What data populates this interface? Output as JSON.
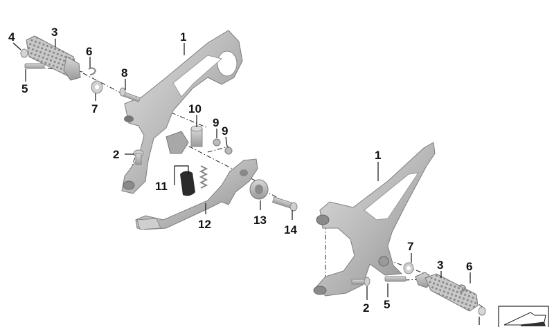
{
  "callouts": [
    {
      "id": "c4a",
      "label": "4"
    },
    {
      "id": "c3a",
      "label": "3"
    },
    {
      "id": "c6a",
      "label": "6"
    },
    {
      "id": "c5a",
      "label": "5"
    },
    {
      "id": "c7a",
      "label": "7"
    },
    {
      "id": "c1a",
      "label": "1"
    },
    {
      "id": "c8",
      "label": "8"
    },
    {
      "id": "c10",
      "label": "10"
    },
    {
      "id": "c9a",
      "label": "9"
    },
    {
      "id": "c9b",
      "label": "9"
    },
    {
      "id": "c2a",
      "label": "2"
    },
    {
      "id": "c11",
      "label": "11"
    },
    {
      "id": "c12",
      "label": "12"
    },
    {
      "id": "c13",
      "label": "13"
    },
    {
      "id": "c14",
      "label": "14"
    },
    {
      "id": "c1b",
      "label": "1"
    },
    {
      "id": "c7b",
      "label": "7"
    },
    {
      "id": "c3b",
      "label": "3"
    },
    {
      "id": "c6b",
      "label": "6"
    },
    {
      "id": "c2b",
      "label": "2"
    },
    {
      "id": "c5b",
      "label": "5"
    }
  ],
  "colors": {
    "part_fill": "#bdbdbd",
    "part_dark": "#8f8f8f",
    "part_light": "#dadada",
    "rubber": "#2b2b2b",
    "lines": "#111111"
  },
  "icons": {
    "corner_badge": "vehicle-silhouette-icon"
  }
}
